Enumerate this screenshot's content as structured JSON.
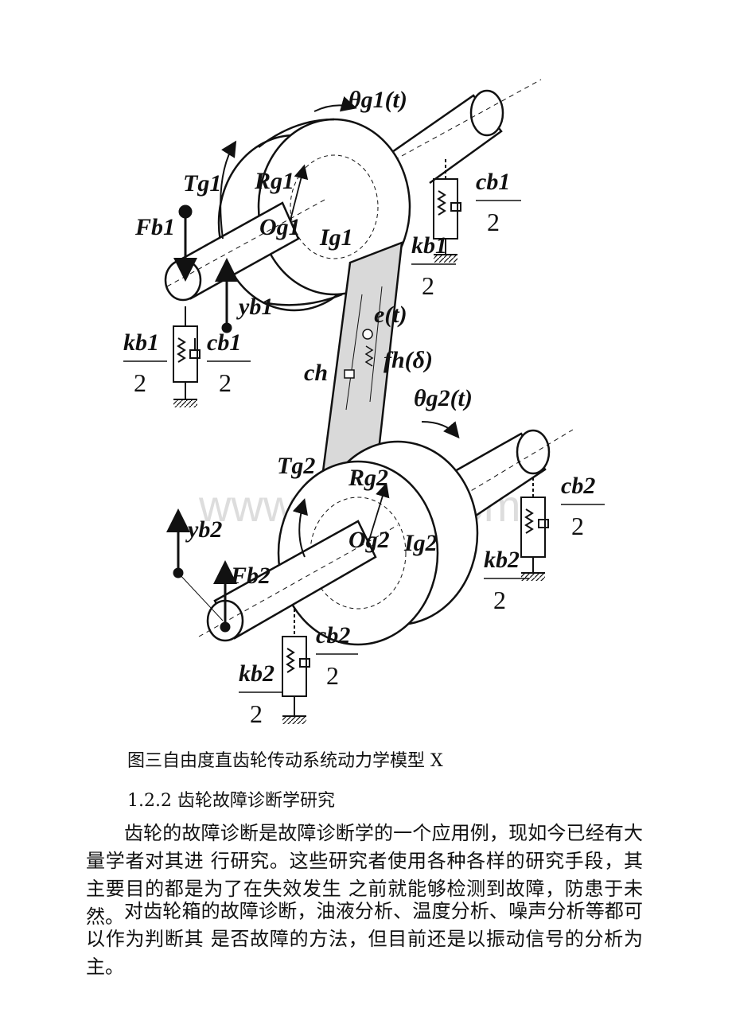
{
  "figure": {
    "labels": {
      "theta_g1": "θg1(t)",
      "T_g1": "Tg1",
      "R_g1": "Rg1",
      "O_g1": "Og1",
      "I_g1": "Ig1",
      "F_b1": "Fb1",
      "y_b1": "yb1",
      "k_b1_top": "kb1",
      "c_b1_top": "cb1",
      "c_b1_left": "cb1",
      "k_b1_left": "kb1",
      "e_t": "e(t)",
      "f_h": "fh(δ)",
      "c_h": "ch",
      "theta_g2": "θg2(t)",
      "T_g2": "Tg2",
      "R_g2": "Rg2",
      "O_g2": "Og2",
      "I_g2": "Ig2",
      "y_b2": "yb2",
      "F_b2": "Fb2",
      "c_b2_right": "cb2",
      "k_b2_right": "kb2",
      "c_b2_bottom": "cb2",
      "k_b2_bottom": "kb2",
      "denominator": "2"
    },
    "watermark": "www.bdocx.com"
  },
  "caption": "图三自由度直齿轮传动系统动力学模型 X",
  "section_heading": "1.2.2 齿轮故障诊断学研究",
  "paragraphs": [
    "齿轮的故障诊断是故障诊断学的一个应用例，现如今已经有大量学者对其进 行研究。这些研究者使用各种各样的研究手段，其主要目的都是为了在失效发生 之前就能够检测到故障，防患于未然。",
    "对齿轮箱的故障诊断，油液分析、温度分析、噪声分析等都可以作为判断其 是否故障的方法，但目前还是以振动信号的分析为主。"
  ]
}
